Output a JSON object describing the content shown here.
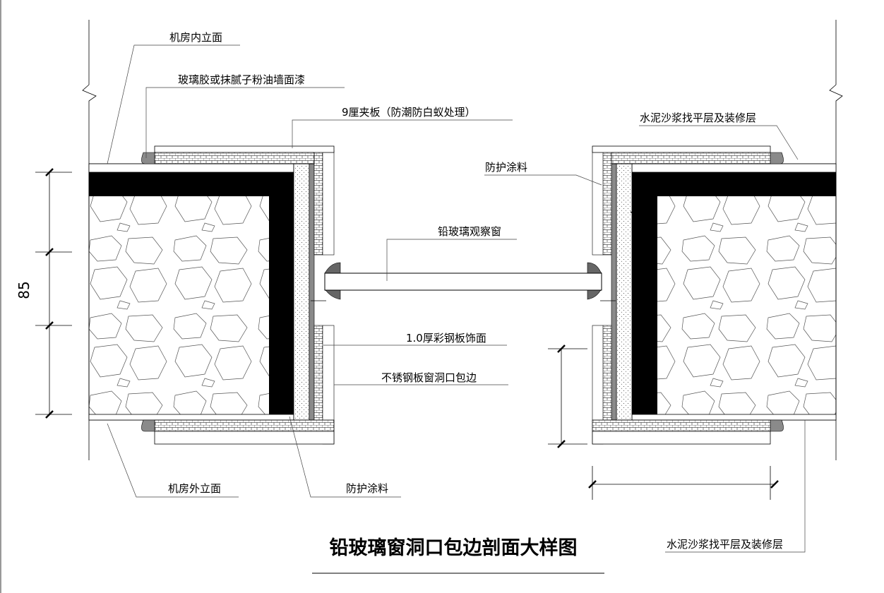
{
  "title": "铅玻璃窗洞口包边剖面大样图",
  "dimension": "85",
  "labels": {
    "inner_facade": "机房内立面",
    "glass_glue": "玻璃胶或抹腻子粉油墙面漆",
    "plywood": "9厘夹板（防潮防白蚁处理）",
    "cement_top": "水泥沙浆找平层及装修层",
    "coating_top": "防护涂料",
    "lead_glass": "铅玻璃观察窗",
    "color_steel": "1.0厚彩钢板饰面",
    "stainless": "不锈钢板窗洞口包边",
    "outer_facade": "机房外立面",
    "coating_bottom": "防护涂料",
    "cement_bottom": "水泥沙浆找平层及装修层"
  },
  "colors": {
    "black_layer": "#000000",
    "grey_layer": "#8a8a8a",
    "line": "#000000"
  }
}
